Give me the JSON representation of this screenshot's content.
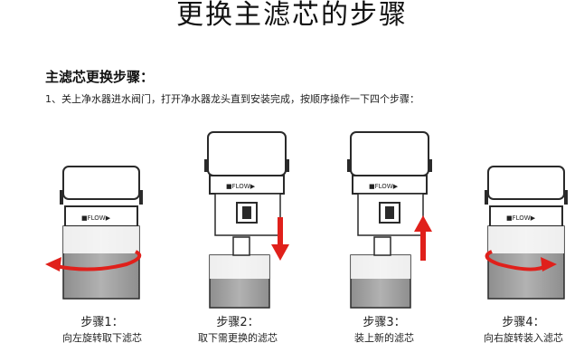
{
  "page": {
    "title": "更换主滤芯的步骤",
    "section_title": "主滤芯更换步骤：",
    "instruction": "1、关上净水器进水阀门，打开净水器龙头直到安装完成，按顺序操作一下四个步骤："
  },
  "steps": [
    {
      "label": "步骤1：",
      "desc": "向左旋转取下滤芯",
      "arrow": "rotate-left",
      "head_brand": "FLOW"
    },
    {
      "label": "步骤2：",
      "desc": "取下需更换的滤芯",
      "arrow": "down",
      "head_brand": "FLOW"
    },
    {
      "label": "步骤3：",
      "desc": "装上新的滤芯",
      "arrow": "up",
      "head_brand": "FLOW"
    },
    {
      "label": "步骤4：",
      "desc": "向右旋转装入滤芯",
      "arrow": "rotate-right",
      "head_brand": "FLOW"
    }
  ],
  "colors": {
    "arrow": "#e0201b",
    "outline": "#2a2a2a",
    "body_grey": "#9a9a9a"
  }
}
